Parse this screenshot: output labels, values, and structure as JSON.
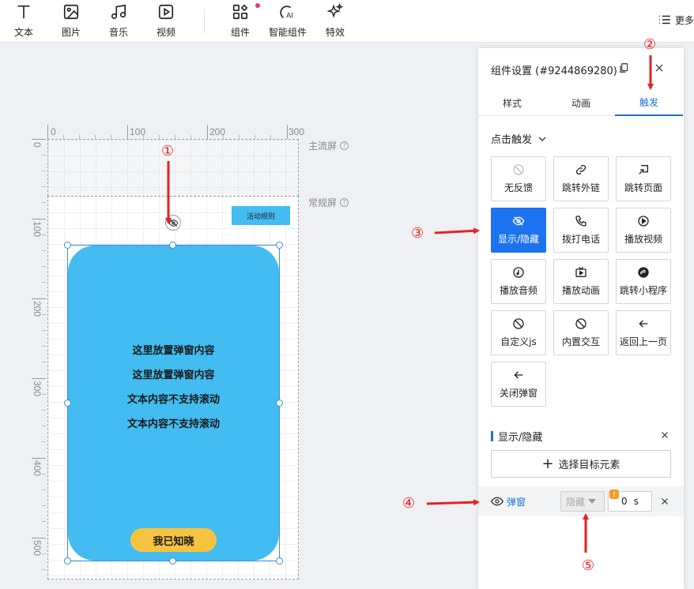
{
  "toolbar": {
    "tools": [
      {
        "label": "文本",
        "icon": "text-icon"
      },
      {
        "label": "图片",
        "icon": "image-icon"
      },
      {
        "label": "音乐",
        "icon": "music-icon"
      },
      {
        "label": "视频",
        "icon": "video-icon"
      },
      {
        "label": "组件",
        "icon": "components-icon"
      },
      {
        "label": "智能组件",
        "icon": "ai-component-icon"
      },
      {
        "label": "特效",
        "icon": "effects-icon"
      }
    ],
    "more_label": "更多"
  },
  "canvas": {
    "ruler_h": [
      "0",
      "100",
      "200",
      "300"
    ],
    "ruler_v": [
      "0",
      "100",
      "200",
      "300",
      "400",
      "500"
    ],
    "main_screen_label": "主流屏",
    "normal_screen_label": "常规屏",
    "rule_button": "活动规则",
    "popup": {
      "lines": [
        "这里放置弹窗内容",
        "这里放置弹窗内容",
        "文本内容不支持滚动",
        "文本内容不支持滚动"
      ],
      "confirm_button": "我已知晓"
    }
  },
  "annotations": [
    "①",
    "②",
    "③",
    "④",
    "⑤"
  ],
  "panel": {
    "title": "组件设置 (#9244869280)",
    "tabs": [
      "样式",
      "动画",
      "触发"
    ],
    "active_tab": "触发",
    "trigger_type": "点击触发",
    "actions": [
      {
        "label": "无反馈",
        "icon": "no-feedback-icon"
      },
      {
        "label": "跳转外链",
        "icon": "link-icon"
      },
      {
        "label": "跳转页面",
        "icon": "page-jump-icon"
      },
      {
        "label": "显示/隐藏",
        "icon": "eye-off-icon"
      },
      {
        "label": "拨打电话",
        "icon": "phone-icon"
      },
      {
        "label": "播放视频",
        "icon": "play-icon"
      },
      {
        "label": "播放音频",
        "icon": "music-note-icon"
      },
      {
        "label": "播放动画",
        "icon": "tv-icon"
      },
      {
        "label": "跳转小程序",
        "icon": "mini-program-icon"
      },
      {
        "label": "自定义js",
        "icon": "ban-icon"
      },
      {
        "label": "内置交互",
        "icon": "ban-icon"
      },
      {
        "label": "返回上一页",
        "icon": "arrow-left-icon"
      },
      {
        "label": "关闭弹窗",
        "icon": "arrow-left-icon"
      }
    ],
    "active_action": "显示/隐藏",
    "section_title": "显示/隐藏",
    "select_target_label": "选择目标元素",
    "target": {
      "name": "弹窗",
      "action": "隐藏",
      "warn_badge": "!",
      "duration": "0",
      "unit": "s"
    }
  },
  "colors": {
    "accent": "#1b73f0",
    "popup_bg": "#43bcf1",
    "confirm_bg": "#f6c33e",
    "annotation": "#e42222"
  }
}
